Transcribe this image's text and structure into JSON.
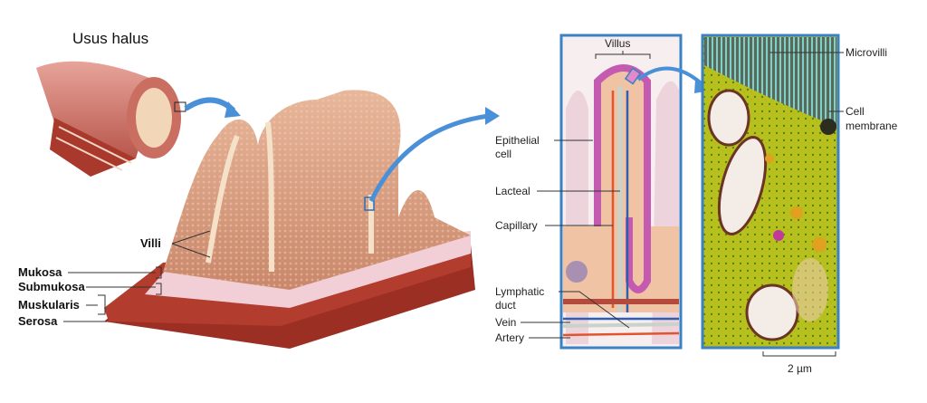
{
  "title": "Usus halus",
  "left_labels": {
    "villi": "Villi",
    "mukosa": "Mukosa",
    "submukosa": "Submukosa",
    "muskularis": "Muskularis",
    "serosa": "Serosa"
  },
  "villus_panel": {
    "title": "Villus",
    "epithelial_1": "Epithelial",
    "epithelial_2": "cell",
    "lacteal": "Lacteal",
    "capillary": "Capillary",
    "lymphatic_1": "Lymphatic",
    "lymphatic_2": "duct",
    "vein": "Vein",
    "artery": "Artery"
  },
  "micrograph_panel": {
    "microvilli": "Microvilli",
    "cell_membrane_1": "Cell",
    "cell_membrane_2": "membrane",
    "scale": "2 µm"
  },
  "colors": {
    "frame": "#3b82c4",
    "arrow": "#4a90d9",
    "tissue": "#d9a07f",
    "muscle": "#a8392c",
    "epithelium": "#c45bb0",
    "micrograph": "#b5c41e"
  }
}
